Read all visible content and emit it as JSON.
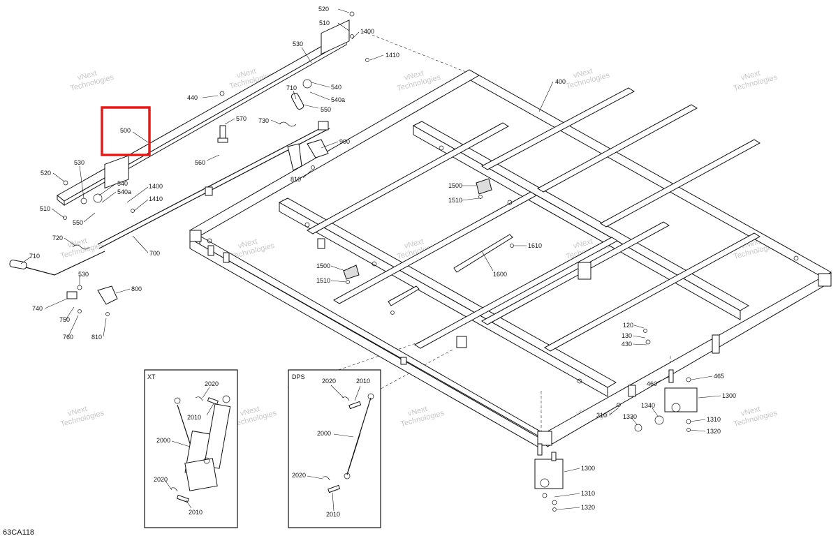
{
  "diagram_code": "63CA118",
  "watermark_text": [
    "vNext",
    "Technologies"
  ],
  "highlight_color": "#d91e1e",
  "highlighted_part": "500",
  "insets": [
    {
      "id": "xt",
      "title": "XT"
    },
    {
      "id": "dps",
      "title": "DPS"
    }
  ],
  "labels": {
    "p520a": "520",
    "p510a": "510",
    "p1400a": "1400",
    "p1410a": "1410",
    "p530a": "530",
    "p540a": "540",
    "p540aa": "540a",
    "p550a": "550",
    "p710a": "710",
    "p440": "440",
    "p570": "570",
    "p500": "500",
    "p730": "730",
    "p560": "560",
    "p900": "900",
    "p810a": "810",
    "p400": "400",
    "p520b": "520",
    "p530b": "530",
    "p540b": "540",
    "p540ab": "540a",
    "p1400b": "1400",
    "p1410b": "1410",
    "p510b": "510",
    "p550b": "550",
    "p700": "700",
    "p720": "720",
    "p710b": "710",
    "p530c": "530",
    "p800": "800",
    "p740": "740",
    "p750": "750",
    "p760": "760",
    "p810b": "810",
    "p1500a": "1500",
    "p1510a": "1510",
    "p1610": "1610",
    "p1500b": "1500",
    "p1510b": "1510",
    "p1600": "1600",
    "p120": "120",
    "p130": "130",
    "p430": "430",
    "p460": "460",
    "p465": "465",
    "p1300a": "1300",
    "p1340": "1340",
    "p310": "310",
    "p1330": "1330",
    "p1310a": "1310",
    "p1320a": "1320",
    "p1300b": "1300",
    "p1310b": "1310",
    "p1320b": "1320",
    "xt2020a": "2020",
    "xt2010a": "2010",
    "xt2000": "2000",
    "xt2020b": "2020",
    "xt2010b": "2010",
    "dps2020a": "2020",
    "dps2010a": "2010",
    "dps2000": "2000",
    "dps2020b": "2020",
    "dps2010b": "2010"
  }
}
